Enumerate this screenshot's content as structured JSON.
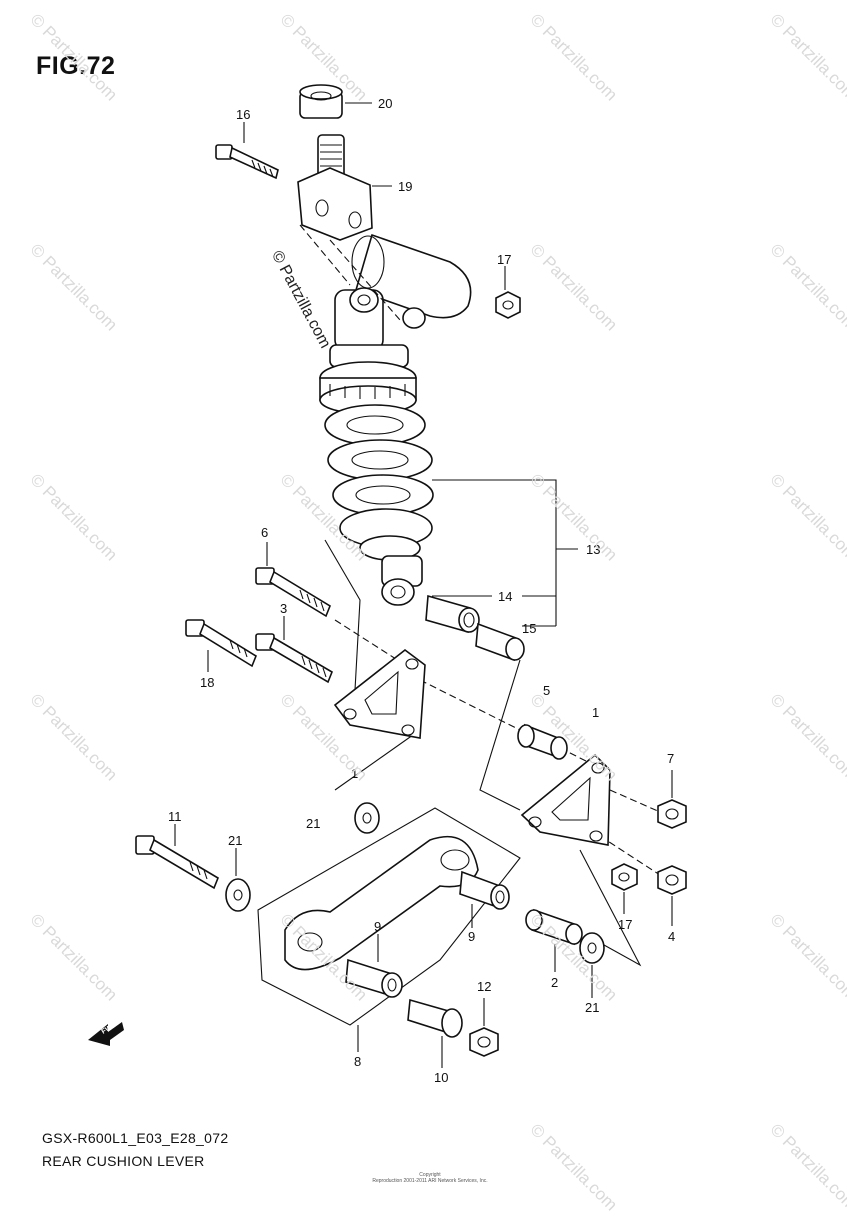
{
  "figure": {
    "title": "FIG.72"
  },
  "callouts": {
    "c20": "20",
    "c16": "16",
    "c19": "19",
    "c17a": "17",
    "c13": "13",
    "c6": "6",
    "c14": "14",
    "c15": "15",
    "c3": "3",
    "c18": "18",
    "c5": "5",
    "c1a": "1",
    "c1b": "1",
    "c7": "7",
    "c21a": "21",
    "c11": "11",
    "c21b": "21",
    "c17b": "17",
    "c4": "4",
    "c9a": "9",
    "c9b": "9",
    "c2": "2",
    "c21c": "21",
    "c12": "12",
    "c8": "8",
    "c10": "10"
  },
  "footer": {
    "model": "GSX-R600L1_E03_E28_072",
    "name": "REAR CUSHION LEVER",
    "copyright_line1": "Copyright",
    "copyright_line2": "Reproduction 2001-2011 ARI Network Services, Inc."
  },
  "watermark": {
    "text": "© Partzilla.com"
  },
  "direction_badge": {
    "label": "FWD"
  }
}
